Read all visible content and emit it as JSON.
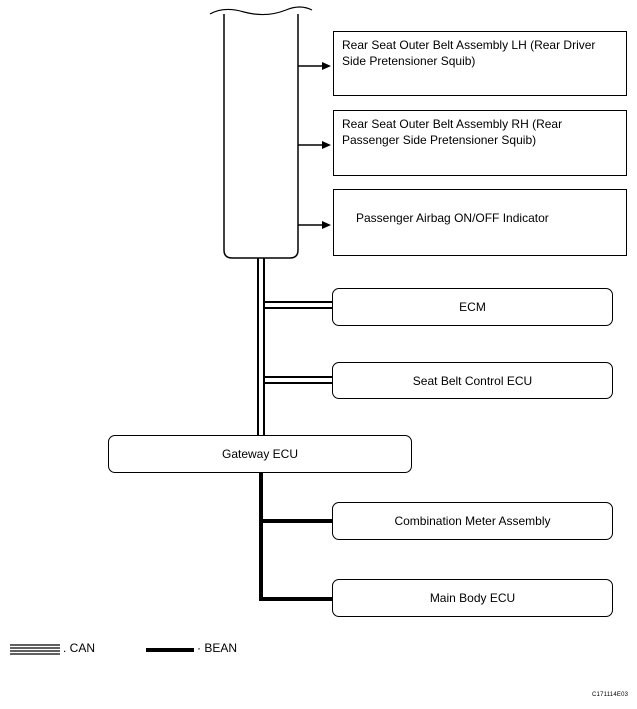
{
  "components": {
    "rear_lh": "Rear Seat Outer Belt Assembly LH (Rear Driver Side Pretensioner Squib)",
    "rear_rh": "Rear Seat Outer Belt Assembly RH (Rear Passenger Side Pretensioner Squib)",
    "passenger_indicator": "Passenger Airbag ON/OFF Indicator",
    "ecm": "ECM",
    "seat_belt_ecu": "Seat Belt Control ECU",
    "gateway_ecu": "Gateway ECU",
    "combination_meter": "Combination Meter Assembly",
    "main_body_ecu": "Main Body ECU"
  },
  "legend": {
    "can": ". CAN",
    "bean": "· BEAN"
  },
  "figure_id": "C171114E03"
}
